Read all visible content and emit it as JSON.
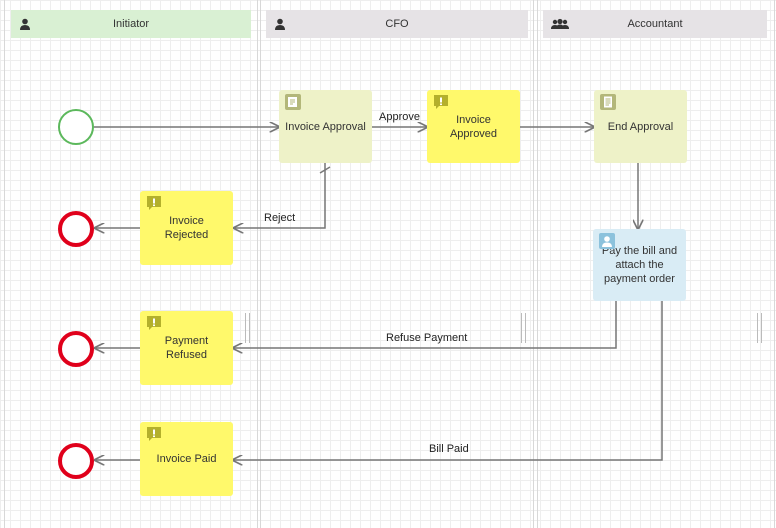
{
  "lanes": {
    "initiator": {
      "label": "Initiator",
      "icon": "user-icon",
      "color": "#d9f0d3"
    },
    "cfo": {
      "label": "CFO",
      "icon": "user-icon",
      "color": "#e6e3e6"
    },
    "accountant": {
      "label": "Accountant",
      "icon": "group-icon",
      "color": "#e6e3e6"
    }
  },
  "tasks": {
    "invoice_approval": "Invoice Approval",
    "invoice_approved_line1": "Invoice",
    "invoice_approved_line2": "Approved",
    "end_approval": "End Approval",
    "invoice_rejected": "Invoice Rejected",
    "pay_bill_line1": "Pay the bill and",
    "pay_bill_line2": "attach the",
    "pay_bill_line3": "payment order",
    "payment_refused_line1": "Payment",
    "payment_refused_line2": "Refused",
    "invoice_paid": "Invoice Paid"
  },
  "flows": {
    "approve": "Approve",
    "reject": "Reject",
    "refuse_payment": "Refuse Payment",
    "bill_paid": "Bill Paid"
  },
  "colors": {
    "approval_task": "#eef2c8",
    "notification_task": "#fff96b",
    "user_task": "#d9ecf5",
    "start_event": "#5cb85c",
    "end_event": "#e0001b",
    "flow_line": "#777777"
  }
}
